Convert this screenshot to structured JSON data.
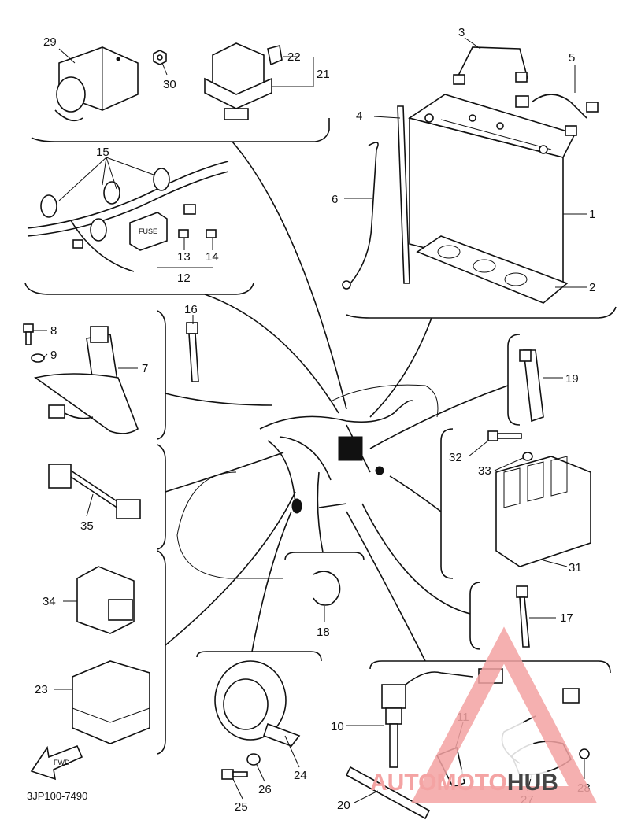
{
  "diagram": {
    "drawing_code": "3JP100-7490",
    "fwd_label": "FWD",
    "fuse_label": "FUSE",
    "watermark": {
      "part1": "AUTO",
      "part2": "MOTO",
      "part3": "HUB",
      "color_light": "#f4a3a3",
      "color_dark": "#444444"
    },
    "callouts": [
      "1",
      "2",
      "3",
      "4",
      "5",
      "6",
      "7",
      "8",
      "9",
      "10",
      "11",
      "12",
      "13",
      "14",
      "15",
      "16",
      "17",
      "18",
      "19",
      "20",
      "21",
      "22",
      "23",
      "24",
      "25",
      "26",
      "27",
      "28",
      "29",
      "30",
      "31",
      "32",
      "33",
      "34",
      "35"
    ]
  }
}
